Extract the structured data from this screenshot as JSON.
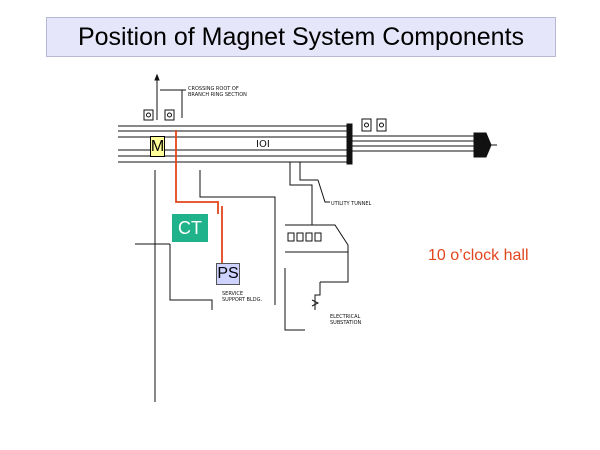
{
  "title": "Position of Magnet System Components",
  "components": {
    "magnet": "M",
    "cooling_tower": "CT",
    "power_supply": "PS"
  },
  "hall_label": "10 o’clock hall",
  "drawing": {
    "beam_label": "IOI",
    "notes": {
      "north": "CROSSING ROOT OF",
      "north_2": "BRANCH RING SECTION",
      "utility": "UTILITY TUNNEL",
      "service_1": "SERVICE",
      "service_2": "SUPPORT BLDG.",
      "electric_1": "ELECTRICAL",
      "electric_2": "SUBSTATION"
    }
  },
  "colors": {
    "title_bg": "#e6e6fa",
    "cable": "#e2461c",
    "magnet_fill": "#ffff99",
    "ct_fill": "#20b28a",
    "ps_fill": "#cdd2ff"
  }
}
